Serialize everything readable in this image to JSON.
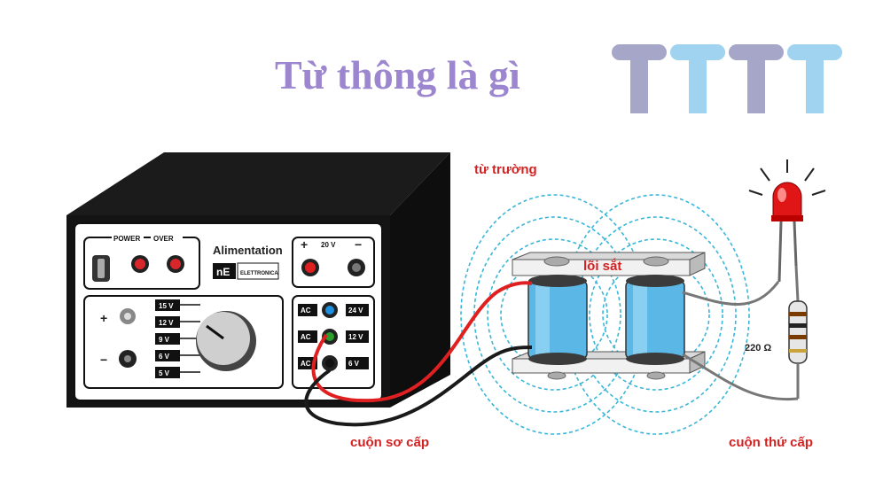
{
  "title": "Từ thông là gì",
  "logo": {
    "name": "TTTT",
    "colors": [
      "#a6a6c8",
      "#9fd3ef",
      "#a6a6c8",
      "#9fd3ef"
    ]
  },
  "power_supply": {
    "panel_power": "POWER",
    "panel_over": "OVER",
    "brand": "Alimentation",
    "maker_badge": "ELETTRONICA",
    "plus_sign": "+",
    "minus_sign": "−",
    "dc_output": "20 V",
    "voltages": [
      "15 V",
      "12 V",
      "9 V",
      "6 V",
      "5 V"
    ],
    "ac_rows": [
      {
        "ac": "AC",
        "value": "24 V"
      },
      {
        "ac": "AC",
        "value": "12 V"
      },
      {
        "ac": "AC",
        "value": "6 V"
      }
    ]
  },
  "labels": {
    "magnetic_field": "từ trường",
    "iron_core": "lõi sắt",
    "primary_coil": "cuộn sơ cấp",
    "secondary_coil": "cuộn thứ cấp",
    "resistor": "220 Ω"
  },
  "colors": {
    "title": "#9b86cf",
    "label_red": "#d42222",
    "field_lines": "#3ab6d8",
    "coil": "#5bb8e6",
    "led": "#e01515"
  }
}
